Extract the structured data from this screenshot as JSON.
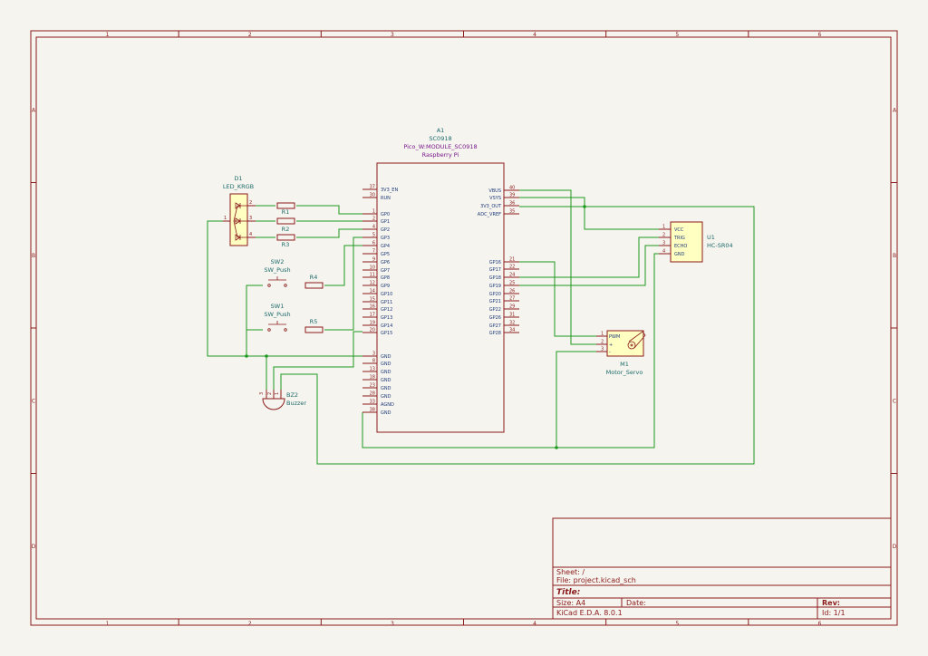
{
  "frame": {
    "columns": [
      "1",
      "2",
      "3",
      "4",
      "5",
      "6"
    ],
    "rows": [
      "A",
      "B",
      "C",
      "D"
    ]
  },
  "title_block": {
    "sheet": "Sheet: /",
    "file": "File: project.kicad_sch",
    "title": "Title:",
    "size": "Size: A4",
    "date": "Date:",
    "rev": "Rev:",
    "tool": "KiCad E.D.A. 8.0.1",
    "id": "Id: 1/1"
  },
  "pico": {
    "ref": "A1",
    "value": "SC0918",
    "footprint": "Pico_W:MODULE_SC0918",
    "desc": "Raspberry Pi",
    "left_pins": [
      {
        "num": "37",
        "name": "3V3_EN"
      },
      {
        "num": "30",
        "name": "RUN"
      },
      {
        "num": "1",
        "name": "GP0"
      },
      {
        "num": "2",
        "name": "GP1"
      },
      {
        "num": "4",
        "name": "GP2"
      },
      {
        "num": "5",
        "name": "GP3"
      },
      {
        "num": "6",
        "name": "GP4"
      },
      {
        "num": "7",
        "name": "GP5"
      },
      {
        "num": "9",
        "name": "GP6"
      },
      {
        "num": "10",
        "name": "GP7"
      },
      {
        "num": "11",
        "name": "GP8"
      },
      {
        "num": "12",
        "name": "GP9"
      },
      {
        "num": "14",
        "name": "GP10"
      },
      {
        "num": "15",
        "name": "GP11"
      },
      {
        "num": "16",
        "name": "GP12"
      },
      {
        "num": "17",
        "name": "GP13"
      },
      {
        "num": "19",
        "name": "GP14"
      },
      {
        "num": "20",
        "name": "GP15"
      },
      {
        "num": "3",
        "name": "GND"
      },
      {
        "num": "8",
        "name": "GND"
      },
      {
        "num": "13",
        "name": "GND"
      },
      {
        "num": "18",
        "name": "GND"
      },
      {
        "num": "23",
        "name": "GND"
      },
      {
        "num": "28",
        "name": "GND"
      },
      {
        "num": "33",
        "name": "AGND"
      },
      {
        "num": "38",
        "name": "GND"
      }
    ],
    "right_pins": [
      {
        "num": "40",
        "name": "VBUS"
      },
      {
        "num": "39",
        "name": "VSYS"
      },
      {
        "num": "36",
        "name": "3V3_OUT"
      },
      {
        "num": "35",
        "name": "ADC_VREF"
      },
      {
        "num": "21",
        "name": "GP16"
      },
      {
        "num": "22",
        "name": "GP17"
      },
      {
        "num": "24",
        "name": "GP18"
      },
      {
        "num": "25",
        "name": "GP19"
      },
      {
        "num": "26",
        "name": "GP20"
      },
      {
        "num": "27",
        "name": "GP21"
      },
      {
        "num": "29",
        "name": "GP22"
      },
      {
        "num": "31",
        "name": "GP26"
      },
      {
        "num": "32",
        "name": "GP27"
      },
      {
        "num": "34",
        "name": "GP28"
      }
    ]
  },
  "led": {
    "ref": "D1",
    "value": "LED_KRGB",
    "pins": [
      "2",
      "3",
      "4",
      "1"
    ]
  },
  "resistors": [
    {
      "ref": "R1"
    },
    {
      "ref": "R2"
    },
    {
      "ref": "R3"
    },
    {
      "ref": "R4"
    },
    {
      "ref": "R5"
    }
  ],
  "switches": [
    {
      "ref": "SW2",
      "value": "SW_Push"
    },
    {
      "ref": "SW1",
      "value": "SW_Push"
    }
  ],
  "buzzer": {
    "ref": "BZ2",
    "value": "Buzzer",
    "pins": [
      "3",
      "2",
      "1"
    ]
  },
  "sensor": {
    "ref": "U1",
    "value": "HC-SR04",
    "pins": [
      {
        "num": "1",
        "name": "VCC"
      },
      {
        "num": "2",
        "name": "TRIG"
      },
      {
        "num": "3",
        "name": "ECHO"
      },
      {
        "num": "4",
        "name": "GND"
      }
    ]
  },
  "servo": {
    "ref": "M1",
    "value": "Motor_Servo",
    "pins": [
      {
        "num": "1",
        "name": "PWM"
      },
      {
        "num": "2",
        "name": "+"
      },
      {
        "num": "3",
        "name": "-"
      }
    ]
  },
  "colors": {
    "frame": "#8b1a1a",
    "wire": "#1e9a1e",
    "body": "#ffffc2",
    "background": "#f5f4ef"
  }
}
